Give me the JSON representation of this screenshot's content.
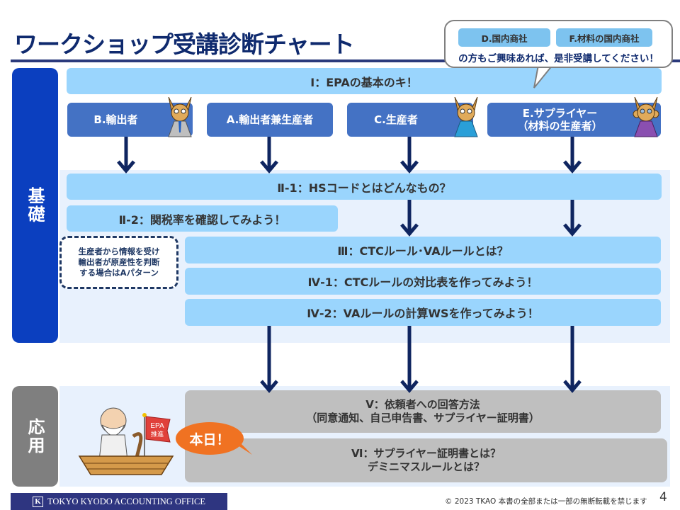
{
  "header": {
    "title": "ワークショップ受講診断チャート"
  },
  "callout": {
    "tags": [
      "D.国内商社",
      "F.材料の国内商社"
    ],
    "text": "の方もご興味あれば、是非受講してください！"
  },
  "sections": {
    "basic_label": "基礎",
    "apply_label": "応用"
  },
  "steps": {
    "s1": "Ⅰ：EPAの基本のキ！",
    "s2_1": "Ⅱ-1：HSコードとはどんなもの？",
    "s2_2": "Ⅱ-2：関税率を確認してみよう！",
    "s3": "Ⅲ：CTCルール･VAルールとは？",
    "s4_1": "Ⅳ-1：CTCルールの対比表を作ってみよう！",
    "s4_2": "Ⅳ-2：VAルールの計算WSを作ってみよう！",
    "s5": {
      "line1": "Ⅴ：依頼者への回答方法",
      "line2": "（同意通知、自己申告書、サプライヤー証明書）"
    },
    "s6": {
      "line1": "Ⅵ：サプライヤー証明書とは？",
      "line2": "デミニマスルールとは？"
    }
  },
  "roles": [
    {
      "label": "B.輸出者",
      "mascot": "kangaroo-suit"
    },
    {
      "label": "A.輸出者兼生産者",
      "mascot": ""
    },
    {
      "label": "C.生産者",
      "mascot": "kangaroo-blue"
    },
    {
      "label_line1": "E.サプライヤー",
      "label_line2": "（材料の生産者）",
      "mascot": "kangaroo-purple"
    }
  ],
  "note": {
    "lines": [
      "生産者から情報を受け",
      "輸出者が原産性を判断",
      "する場合はAパターン"
    ]
  },
  "today_badge": "本日！",
  "flag_text": {
    "line1": "EPA",
    "line2": "推進"
  },
  "footer": {
    "logo_letter": "K",
    "company": "TOKYO KYODO ACCOUNTING OFFICE",
    "copyright": "© 2023 TKAO 本書の全部または一部の無断転載を禁じます",
    "page_number": "4"
  },
  "colors": {
    "title": "#0f2a6e",
    "basic": "#0b3fbf",
    "apply": "#7f7f7f",
    "step_light_blue": "#9ad5fd",
    "role_blue": "#4472c4",
    "arrow": "#0f2560",
    "today_orange": "#f07222"
  }
}
